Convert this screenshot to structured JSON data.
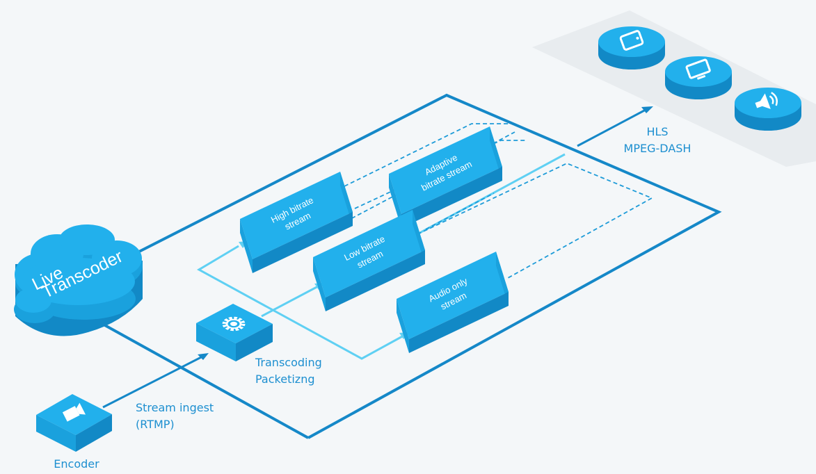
{
  "colors": {
    "background": "#f4f7f9",
    "box_top": "#22b0ec",
    "box_left": "#1aa1dd",
    "box_right": "#1289c6",
    "dark_line": "#1588c8",
    "light_line": "#5fd0f3",
    "label": "#1d8fd0",
    "platform": "#e8ecef"
  },
  "cloud": {
    "line1": "Live",
    "line2": "Transcoder"
  },
  "boxes": {
    "high": {
      "line1": "High bitrate",
      "line2": "stream"
    },
    "adaptive": {
      "line1": "Adaptive",
      "line2": "bitrate stream"
    },
    "low": {
      "line1": "Low bitrate",
      "line2": "stream"
    },
    "audio": {
      "line1": "Audio only",
      "line2": "stream"
    }
  },
  "labels": {
    "transcoding": {
      "line1": "Transcoding",
      "line2": "Packetizng"
    },
    "ingest": {
      "line1": "Stream ingest",
      "line2": "(RTMP)"
    },
    "encoder": "Encoder",
    "output": {
      "line1": "HLS",
      "line2": "MPEG-DASH"
    }
  },
  "devices": [
    {
      "icon": "tablet-icon"
    },
    {
      "icon": "monitor-icon"
    },
    {
      "icon": "speaker-icon"
    }
  ]
}
